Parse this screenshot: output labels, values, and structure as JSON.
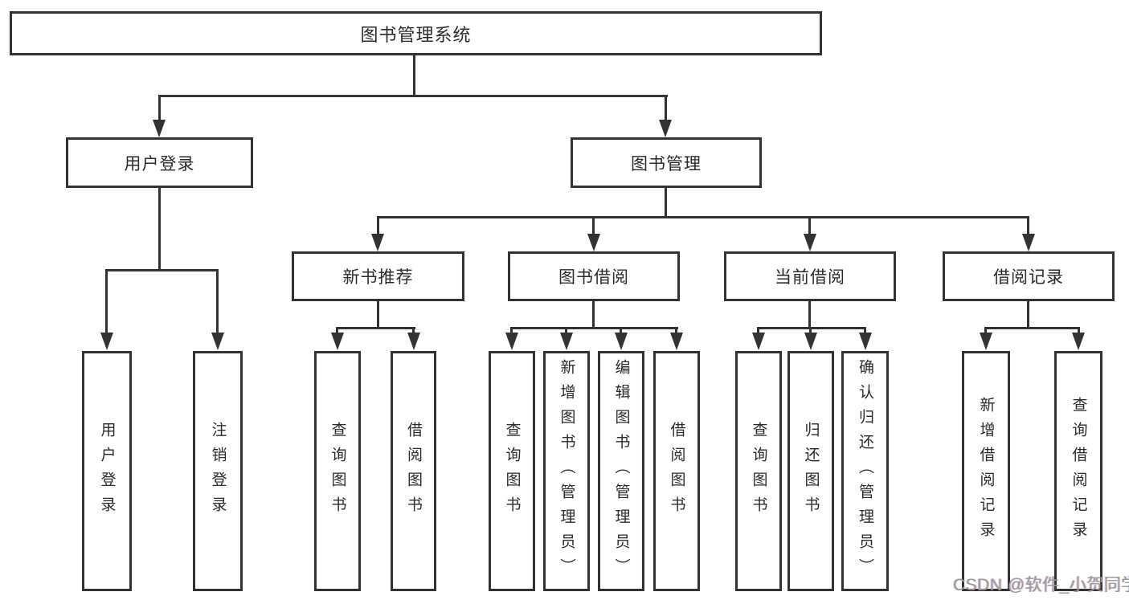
{
  "diagram": {
    "title": "图书管理系统",
    "level2": {
      "user_login": "用户登录",
      "book_mgmt": "图书管理"
    },
    "level3": {
      "new_books": "新书推荐",
      "book_borrow": "图书借阅",
      "current_borrow": "当前借阅",
      "borrow_records": "借阅记录"
    },
    "leaves": {
      "user_login": [
        "用户登录",
        "注销登录"
      ],
      "new_books": [
        "查询图书",
        "借阅图书"
      ],
      "book_borrow": [
        "查询图书",
        "新增图书（管理员）",
        "编辑图书（管理员）",
        "借阅图书"
      ],
      "current_borrow": [
        "查询图书",
        "归还图书",
        "确认归还（管理员）"
      ],
      "borrow_records": [
        "新增借阅记录",
        "查询借阅记录"
      ]
    },
    "watermark": "CSDN @软件_小贺同学",
    "colors": {
      "line": "#333333",
      "text": "#2b2b2b",
      "watermark": "#9b9b9b",
      "background": "#ffffff"
    }
  }
}
